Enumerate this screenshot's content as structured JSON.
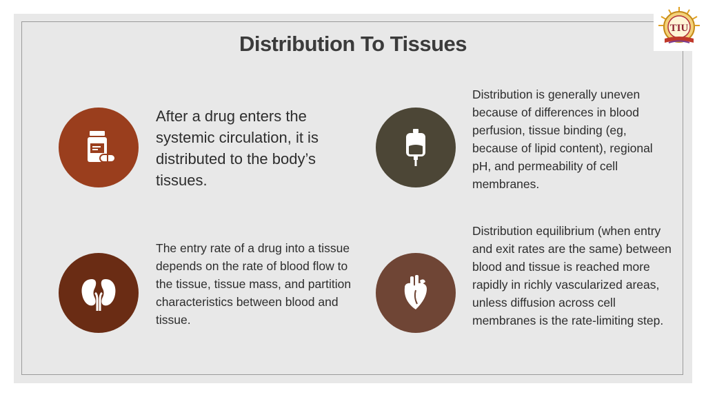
{
  "slide": {
    "title": "Distribution To Tissues",
    "logo": {
      "text": "TIU",
      "icon": "university-seal-icon",
      "accent": "#e0a020"
    }
  },
  "items": [
    {
      "icon": "pill-bottle-icon",
      "color": "#9a3e1d",
      "text": "After a drug enters the systemic circulation, it is distributed to the body’s tissues."
    },
    {
      "icon": "iv-bag-icon",
      "color": "#4c4636",
      "text": "Distribution is generally uneven because of differences in blood perfusion, tissue binding (eg, because of lipid content), regional pH, and permeability of cell membranes."
    },
    {
      "icon": "kidneys-icon",
      "color": "#6a2c14",
      "text": "The entry rate of a drug into a tissue depends on the rate of blood flow to the tissue, tissue mass, and partition characteristics between blood and tissue."
    },
    {
      "icon": "heart-icon",
      "color": "#6f4535",
      "text": "Distribution equilibrium (when entry and exit rates are the same) between blood and tissue is reached more rapidly in richly vascularized areas, unless diffusion across cell membranes is the rate-limiting step."
    }
  ]
}
